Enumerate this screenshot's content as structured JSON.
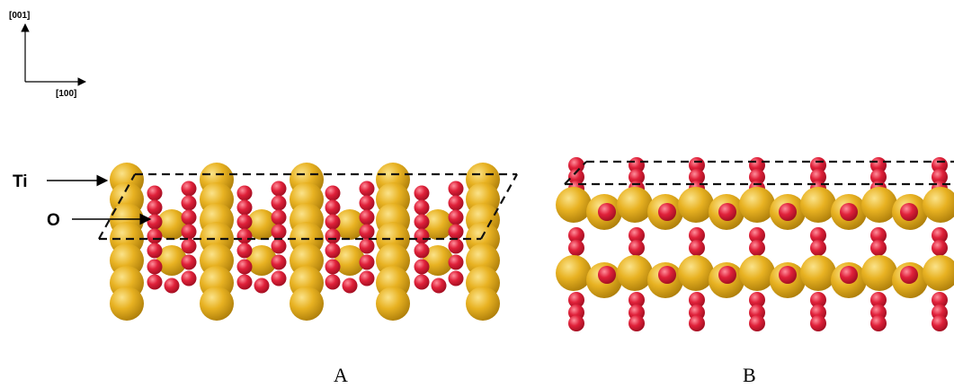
{
  "axes": {
    "vertical": "[001]",
    "horizontal": "[100]"
  },
  "labels": {
    "ti": "Ti",
    "o": "O"
  },
  "panels": {
    "left": "A",
    "right": "B"
  },
  "colors": {
    "ti": "#e8b222",
    "ti_dark": "#a97a08",
    "ti_light": "#fbe38a",
    "o": "#e0213a",
    "o_dark": "#9a0c1e",
    "o_light": "#ff8f9c"
  }
}
